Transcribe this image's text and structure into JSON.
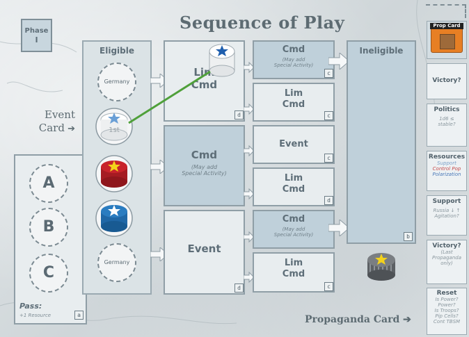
{
  "title": "Sequence of Play",
  "phase": {
    "label": "Phase",
    "number": "I"
  },
  "event_card_label": "Event\nCard",
  "eligible": {
    "header": "Eligible",
    "slot_top": "Germany",
    "first_marker": "1st",
    "slot_bottom": "Germany"
  },
  "ineligible": {
    "header": "Ineligible"
  },
  "first_faction": {
    "main_label": "Lim\nCmd",
    "options": [
      {
        "label": "Cmd",
        "sub": "(May add\nSpecial Activity)",
        "tag": "c"
      },
      {
        "label": "Lim\nCmd",
        "tag": "c"
      }
    ],
    "tag": "d"
  },
  "second_faction": {
    "main_label": "Cmd",
    "main_sub": "(May add\nSpecial Activity)",
    "options": [
      {
        "label": "Event",
        "tag": "c"
      },
      {
        "label": "Lim\nCmd",
        "tag": "d"
      }
    ]
  },
  "third_row": {
    "main_label": "Event",
    "tag": "d",
    "options": [
      {
        "label": "Cmd",
        "sub": "(May add\nSpecial Activity)"
      },
      {
        "label": "Lim\nCmd",
        "tag": "c"
      }
    ],
    "ineligible_tag": "b"
  },
  "pass_box": {
    "circles": [
      "A",
      "B",
      "C"
    ],
    "label": "Pass:",
    "sub": "+1 Resource",
    "tag": "a"
  },
  "propaganda_card_label": "Propaganda Card",
  "sidebar": [
    {
      "title": "Prop Card"
    },
    {
      "title": "Victory?"
    },
    {
      "title": "Politics",
      "lines": [
        "1d6 ≤",
        "stable?"
      ]
    },
    {
      "title": "Resources",
      "lines": [
        "Support",
        "Control Pop",
        "Polarization"
      ]
    },
    {
      "title": "Support",
      "lines": [
        "Russia ↓ ↑",
        "Agitation?"
      ]
    },
    {
      "title": "Victory?",
      "lines": [
        "(Last",
        "Propaganda",
        "only)"
      ]
    },
    {
      "title": "Reset",
      "lines": [
        "Is Power?",
        "Power?",
        "Is Troops?",
        "Pip Cells?",
        "Cont TBSM"
      ]
    }
  ],
  "colors": {
    "red_marker": "#c8232b",
    "blue_marker": "#2a7cc0",
    "grey_marker": "#7a7e82",
    "star": "#f4d21a",
    "arrow_line": "#4fa03a",
    "prop_card": "#e77f24"
  }
}
